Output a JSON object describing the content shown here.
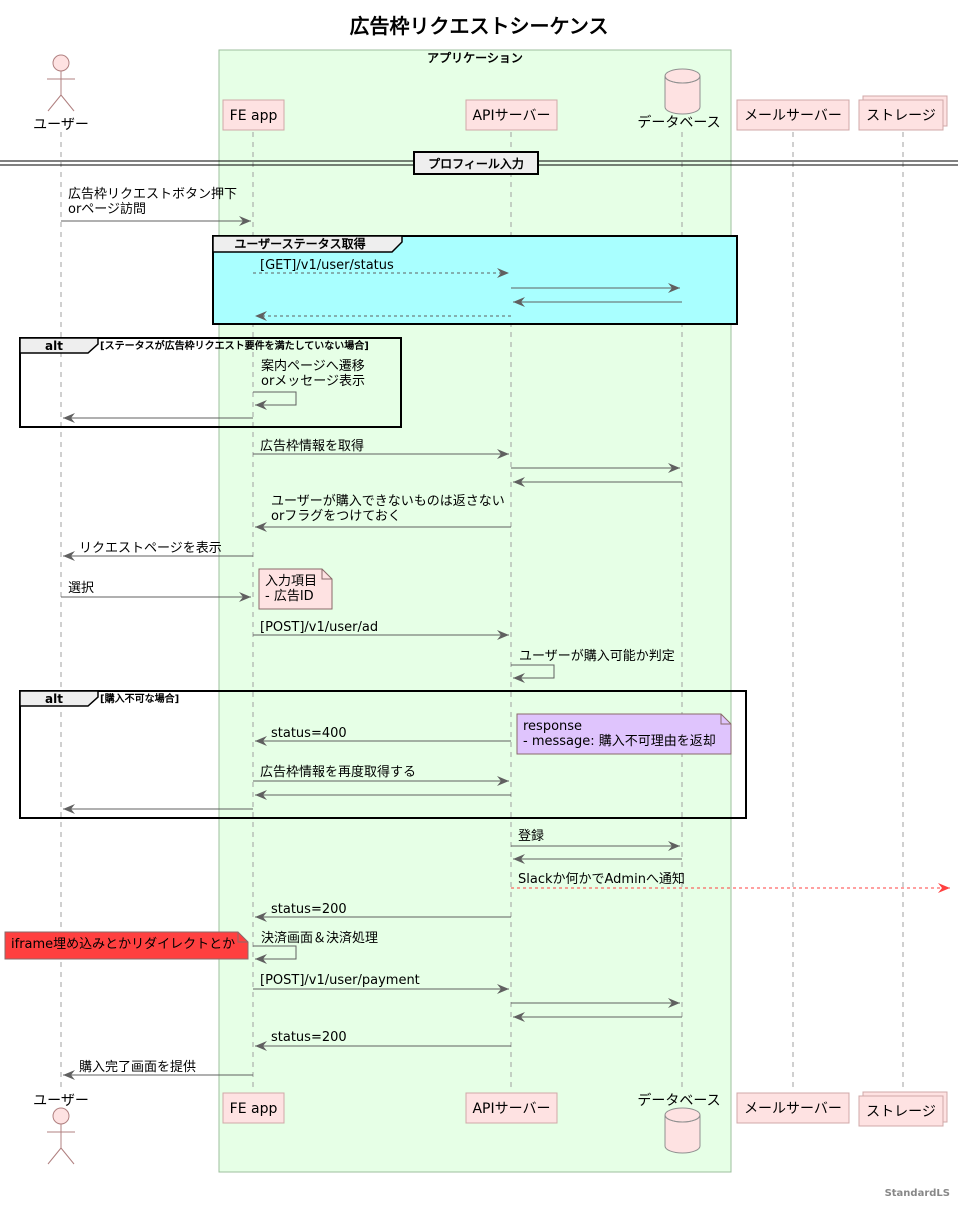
{
  "title": "広告枠リクエストシーケンス",
  "box_title": "アプリケーション",
  "participants": {
    "user": "ユーザー",
    "fe": "FE app",
    "api": "APIサーバー",
    "db": "データベース",
    "mail": "メールサーバー",
    "storage": "ストレージ"
  },
  "divider": "プロフィール入力",
  "group": "ユーザーステータス取得",
  "alt1": {
    "keyword": "alt",
    "condition": "[ステータスが広告枠リクエスト要件を満たしていない場合]"
  },
  "alt2": {
    "keyword": "alt",
    "condition": "[購入不可な場合]"
  },
  "messages": [
    {
      "lines": [
        "広告枠リクエストボタン押下",
        "orページ訪問"
      ]
    },
    {
      "lines": [
        "[GET]/v1/user/status"
      ]
    },
    {
      "lines": []
    },
    {
      "lines": []
    },
    {
      "lines": []
    },
    {
      "lines": [
        "案内ページへ遷移",
        "orメッセージ表示"
      ]
    },
    {
      "lines": []
    },
    {
      "lines": [
        "広告枠情報を取得"
      ]
    },
    {
      "lines": []
    },
    {
      "lines": []
    },
    {
      "lines": [
        "ユーザーが購入できないものは返さない",
        "orフラグをつけておく"
      ]
    },
    {
      "lines": [
        "リクエストページを表示"
      ]
    },
    {
      "lines": [
        "選択"
      ]
    },
    {
      "lines": [
        "[POST]/v1/user/ad"
      ]
    },
    {
      "lines": [
        "ユーザーが購入可能か判定"
      ]
    },
    {
      "lines": [
        "status=400"
      ]
    },
    {
      "lines": [
        "広告枠情報を再度取得する"
      ]
    },
    {
      "lines": []
    },
    {
      "lines": []
    },
    {
      "lines": [
        "登録"
      ]
    },
    {
      "lines": []
    },
    {
      "lines": [
        "Slackか何かでAdminへ通知"
      ]
    },
    {
      "lines": [
        "status=200"
      ]
    },
    {
      "lines": [
        "決済画面＆決済処理"
      ]
    },
    {
      "lines": [
        "[POST]/v1/user/payment"
      ]
    },
    {
      "lines": []
    },
    {
      "lines": []
    },
    {
      "lines": [
        "status=200"
      ]
    },
    {
      "lines": [
        "購入完了画面を提供"
      ]
    }
  ],
  "notes": [
    {
      "lines": [
        "入力項目",
        "- 広告ID"
      ],
      "color": "#FEE2E2"
    },
    {
      "lines": [
        "response",
        "- message: 購入不可理由を返却"
      ],
      "color": "#DFC4FD"
    },
    {
      "lines": [
        "iframe埋め込みとかリダイレクトとか"
      ],
      "color": "#FF4040"
    }
  ],
  "footer": "StandardLS",
  "colors": {
    "participant": "#FEE2E2",
    "app_box": "#E6FFE6",
    "group": "#A9FFFF",
    "arrow": "#606060",
    "alert": "#FF4040"
  }
}
